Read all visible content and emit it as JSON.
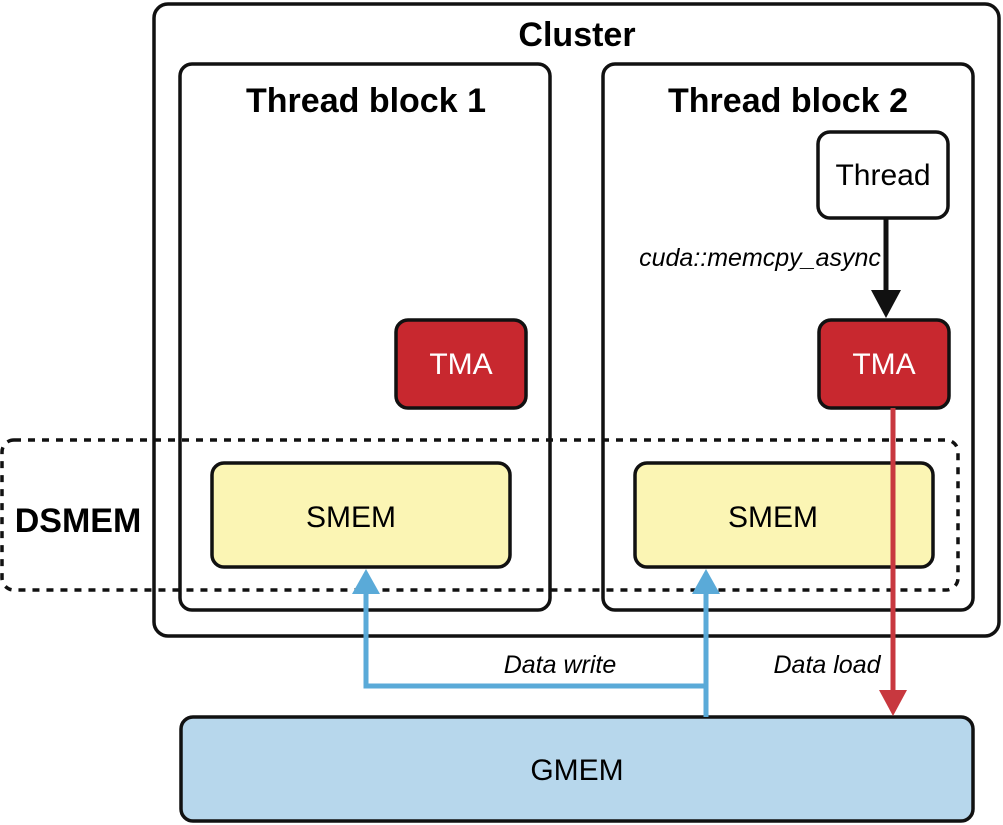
{
  "diagram": {
    "cluster_label": "Cluster",
    "block1": {
      "title": "Thread block 1",
      "tma_label": "TMA",
      "smem_label": "SMEM"
    },
    "block2": {
      "title": "Thread block 2",
      "thread_label": "Thread",
      "tma_label": "TMA",
      "smem_label": "SMEM"
    },
    "dsmem_label": "DSMEM",
    "gmem_label": "GMEM",
    "call_label": "cuda::memcpy_async",
    "write_label": "Data write",
    "load_label": "Data load"
  },
  "colors": {
    "tma_fill": "#c8282f",
    "smem_fill": "#fbf5b4",
    "gmem_fill": "#b7d7ec",
    "write_arrow": "#5aaad8",
    "load_arrow": "#c8383f",
    "outline": "#111111"
  }
}
